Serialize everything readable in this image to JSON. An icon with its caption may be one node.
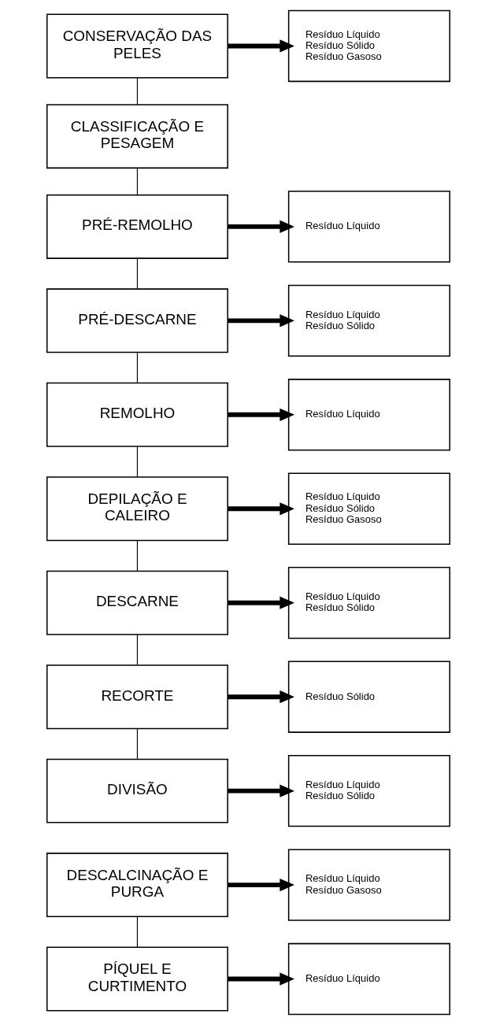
{
  "diagram": {
    "nodes": [
      {
        "text": [
          "CONSERVAÇÃO DAS PELES"
        ]
      },
      {
        "text": [
          "Resíduo Líquido",
          "Resíduo Sólido",
          "Resíduo Gasoso"
        ]
      },
      {
        "text": [
          "CLASSIFICAÇÃO E PESAGEM"
        ]
      },
      {
        "text": [
          "PRÉ-REMOLHO"
        ]
      },
      {
        "text": [
          "Resíduo Líquido"
        ]
      },
      {
        "text": [
          "PRÉ-DESCARNE"
        ]
      },
      {
        "text": [
          "Resíduo Líquido",
          "Resíduo Sólido"
        ]
      },
      {
        "text": [
          "REMOLHO"
        ]
      },
      {
        "text": [
          "Resíduo Líquido"
        ]
      },
      {
        "text": [
          "DEPILAÇÃO E CALEIRO"
        ]
      },
      {
        "text": [
          "Resíduo Líquido",
          "Resíduo Sólido",
          "Resíduo Gasoso"
        ]
      },
      {
        "text": [
          "DESCARNE"
        ]
      },
      {
        "text": [
          "Resíduo Líquido",
          "Resíduo Sólido"
        ]
      },
      {
        "text": [
          "RECORTE"
        ]
      },
      {
        "text": [
          "Resíduo Sólido"
        ]
      },
      {
        "text": [
          "DIVISÃO"
        ]
      },
      {
        "text": [
          "Resíduo Líquido",
          "Resíduo Sólido"
        ]
      },
      {
        "text": [
          "DESCALCINAÇÃO E PURGA"
        ]
      },
      {
        "text": [
          "Resíduo Líquido",
          "Resíduo Gasoso"
        ]
      },
      {
        "text": [
          "PÍQUEL E CURTIMENTO"
        ]
      },
      {
        "text": [
          "Resíduo Líquido"
        ]
      }
    ],
    "edges": [
      {
        "from": 0,
        "to": 1,
        "arrow": "to"
      },
      {
        "from": 0,
        "to": 2,
        "arrow": "none"
      },
      {
        "from": 2,
        "to": 3,
        "arrow": "none"
      },
      {
        "from": 3,
        "to": 4,
        "arrow": "to"
      },
      {
        "from": 3,
        "to": 5,
        "arrow": "none"
      },
      {
        "from": 5,
        "to": 6,
        "arrow": "to"
      },
      {
        "from": 5,
        "to": 7,
        "arrow": "none"
      },
      {
        "from": 7,
        "to": 8,
        "arrow": "to"
      },
      {
        "from": 7,
        "to": 9,
        "arrow": "none"
      },
      {
        "from": 9,
        "to": 10,
        "arrow": "to"
      },
      {
        "from": 9,
        "to": 11,
        "arrow": "none"
      },
      {
        "from": 11,
        "to": 12,
        "arrow": "to"
      },
      {
        "from": 11,
        "to": 13,
        "arrow": "none"
      },
      {
        "from": 13,
        "to": 14,
        "arrow": "to"
      },
      {
        "from": 13,
        "to": 15,
        "arrow": "none"
      },
      {
        "from": 15,
        "to": 16,
        "arrow": "to"
      },
      {
        "from": 17,
        "to": 18,
        "arrow": "to"
      },
      {
        "from": 17,
        "to": 19,
        "arrow": "none"
      },
      {
        "from": 19,
        "to": 20,
        "arrow": "to"
      }
    ]
  }
}
